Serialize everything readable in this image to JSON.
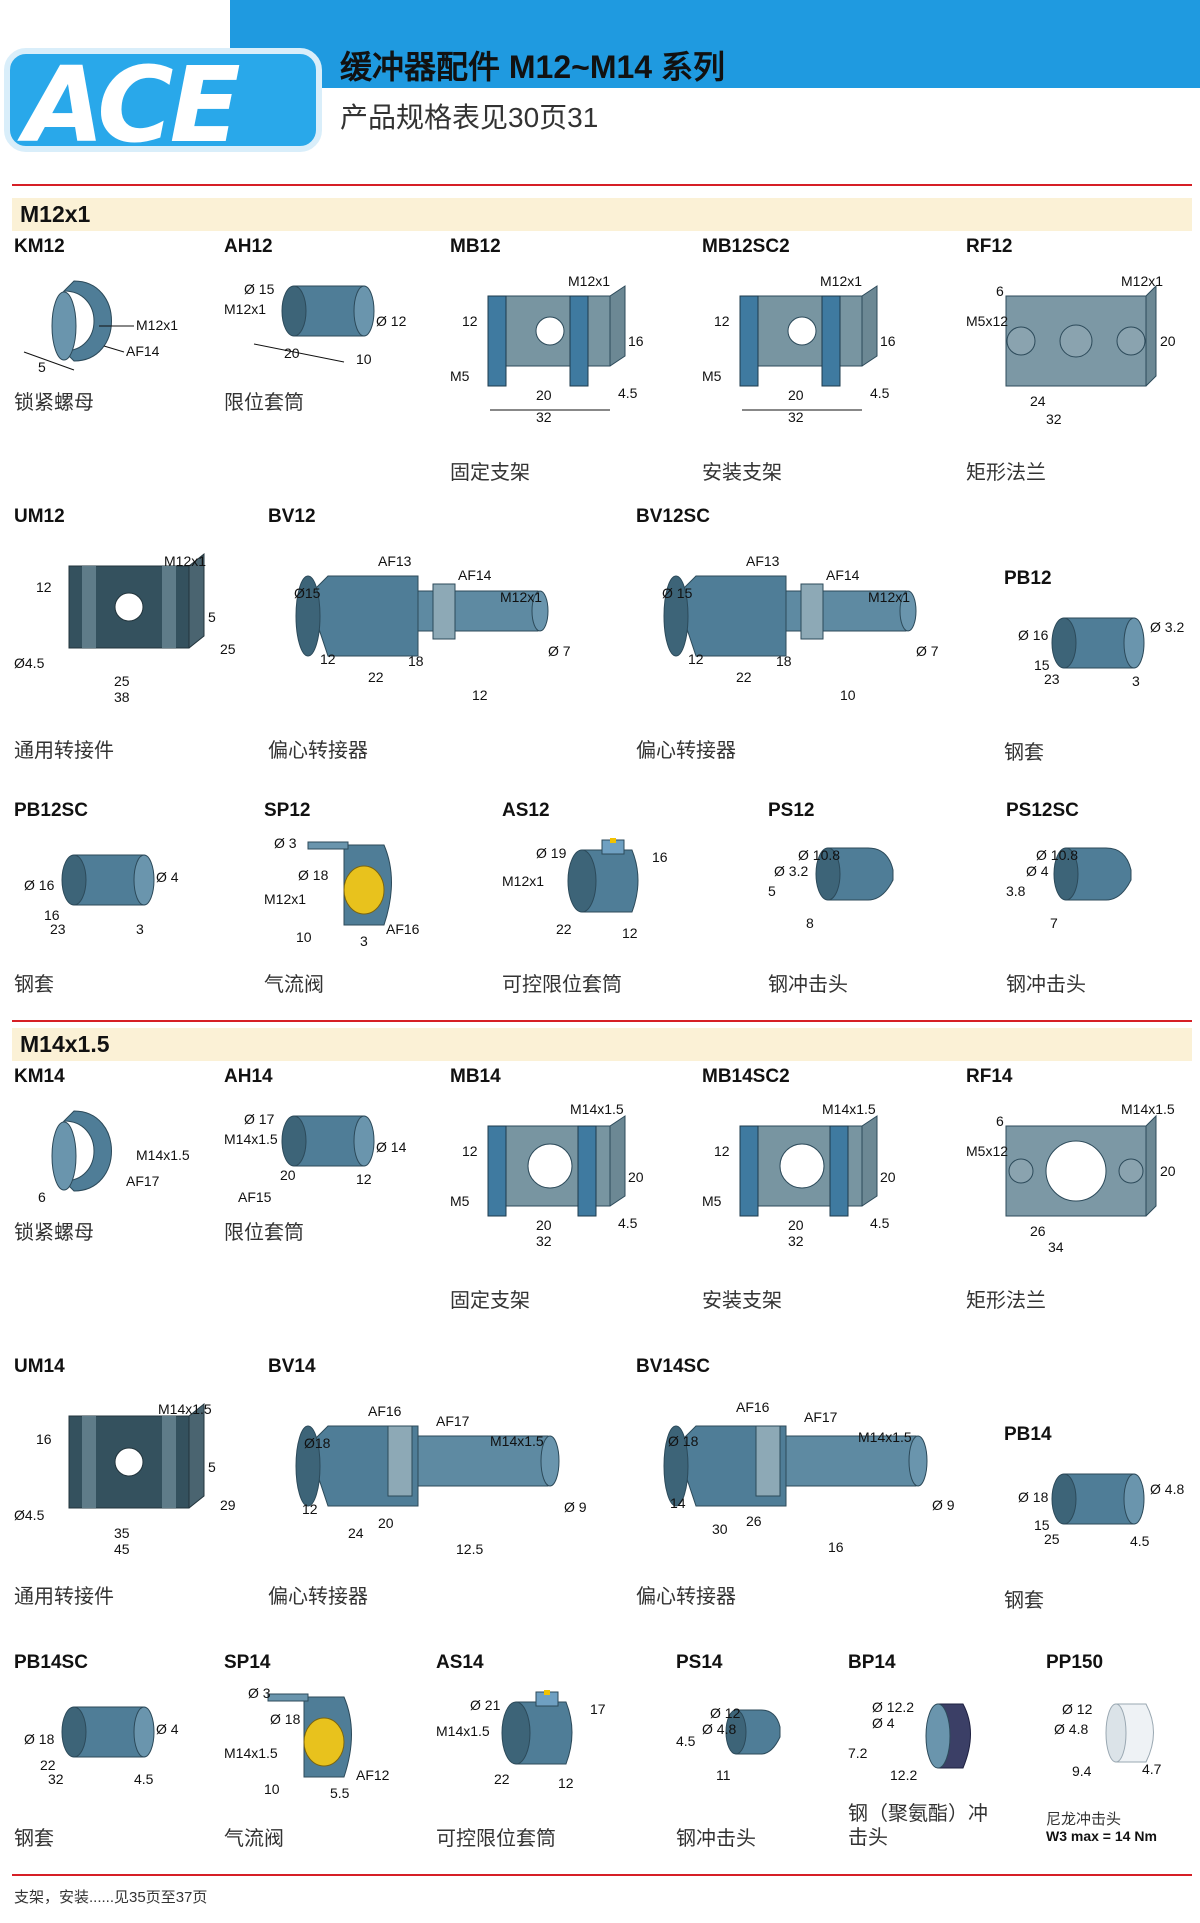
{
  "header": {
    "logo": "ACE",
    "title": "缓冲器配件 M12~M14 系列",
    "subtitle": "产品规格表见30页31"
  },
  "colors": {
    "banner": "#1f9ae0",
    "accent_red": "#d61f26",
    "section_bg": "#fbf1d6",
    "part_steel": "#4c7a93"
  },
  "sections": [
    {
      "title": "M12x1",
      "items": [
        {
          "code": "KM12",
          "desc": "锁紧螺母",
          "dims": [
            "M12x1",
            "AF14",
            "5"
          ]
        },
        {
          "code": "AH12",
          "desc": "限位套筒",
          "dims": [
            "Ø 15",
            "M12x1",
            "Ø 12",
            "20",
            "10"
          ]
        },
        {
          "code": "MB12",
          "desc": "固定支架",
          "dims": [
            "M12x1",
            "12",
            "16",
            "M5",
            "20",
            "4.5",
            "32"
          ]
        },
        {
          "code": "MB12SC2",
          "desc": "安装支架",
          "dims": [
            "M12x1",
            "12",
            "16",
            "M5",
            "20",
            "4.5",
            "32"
          ]
        },
        {
          "code": "RF12",
          "desc": "矩形法兰",
          "dims": [
            "M12x1",
            "6",
            "M5x12",
            "20",
            "24",
            "32"
          ]
        },
        {
          "code": "UM12",
          "desc": "通用转接件",
          "dims": [
            "M12x1",
            "12",
            "5",
            "25",
            "Ø4.5",
            "25",
            "38"
          ]
        },
        {
          "code": "BV12",
          "desc": "偏心转接器",
          "dims": [
            "AF13",
            "AF14",
            "Ø15",
            "M12x1",
            "Ø 7",
            "12",
            "18",
            "22",
            "12"
          ]
        },
        {
          "code": "BV12SC",
          "desc": "偏心转接器",
          "dims": [
            "AF13",
            "AF14",
            "Ø 15",
            "M12x1",
            "Ø 7",
            "12",
            "18",
            "22",
            "10"
          ]
        },
        {
          "code": "PB12",
          "desc": "钢套",
          "dims": [
            "Ø 16",
            "Ø 3.2",
            "15",
            "23",
            "3"
          ]
        },
        {
          "code": "PB12SC",
          "desc": "钢套",
          "dims": [
            "Ø 16",
            "Ø 4",
            "16",
            "23",
            "3"
          ]
        },
        {
          "code": "SP12",
          "desc": "气流阀",
          "dims": [
            "Ø 3",
            "Ø 18",
            "M12x1",
            "AF16",
            "10",
            "3"
          ]
        },
        {
          "code": "AS12",
          "desc": "可控限位套筒",
          "dims": [
            "Ø 19",
            "16",
            "M12x1",
            "22",
            "12"
          ]
        },
        {
          "code": "PS12",
          "desc": "钢冲击头",
          "dims": [
            "Ø 10.8",
            "Ø 3.2",
            "5",
            "8"
          ]
        },
        {
          "code": "PS12SC",
          "desc": "钢冲击头",
          "dims": [
            "Ø 10.8",
            "Ø 4",
            "3.8",
            "7"
          ]
        }
      ]
    },
    {
      "title": "M14x1.5",
      "items": [
        {
          "code": "KM14",
          "desc": "锁紧螺母",
          "dims": [
            "M14x1.5",
            "AF17",
            "6"
          ]
        },
        {
          "code": "AH14",
          "desc": "限位套筒",
          "dims": [
            "Ø 17",
            "M14x1.5",
            "Ø 14",
            "20",
            "12",
            "AF15"
          ]
        },
        {
          "code": "MB14",
          "desc": "固定支架",
          "dims": [
            "M14x1.5",
            "12",
            "20",
            "M5",
            "20",
            "4.5",
            "32"
          ]
        },
        {
          "code": "MB14SC2",
          "desc": "安装支架",
          "dims": [
            "M14x1.5",
            "12",
            "20",
            "M5",
            "20",
            "4.5",
            "32"
          ]
        },
        {
          "code": "RF14",
          "desc": "矩形法兰",
          "dims": [
            "M14x1.5",
            "6",
            "M5x12",
            "20",
            "26",
            "34"
          ]
        },
        {
          "code": "UM14",
          "desc": "通用转接件",
          "dims": [
            "M14x1.5",
            "16",
            "5",
            "29",
            "Ø4.5",
            "35",
            "45"
          ]
        },
        {
          "code": "BV14",
          "desc": "偏心转接器",
          "dims": [
            "AF16",
            "AF17",
            "Ø18",
            "M14x1.5",
            "Ø 9",
            "12",
            "20",
            "24",
            "12.5"
          ]
        },
        {
          "code": "BV14SC",
          "desc": "偏心转接器",
          "dims": [
            "AF16",
            "AF17",
            "Ø 18",
            "M14x1.5",
            "Ø 9",
            "14",
            "26",
            "30",
            "16"
          ]
        },
        {
          "code": "PB14",
          "desc": "钢套",
          "dims": [
            "Ø 18",
            "Ø 4.8",
            "15",
            "25",
            "4.5"
          ]
        },
        {
          "code": "PB14SC",
          "desc": "钢套",
          "dims": [
            "Ø 18",
            "Ø 4",
            "22",
            "32",
            "4.5"
          ]
        },
        {
          "code": "SP14",
          "desc": "气流阀",
          "dims": [
            "Ø 3",
            "Ø 18",
            "M14x1.5",
            "AF12",
            "10",
            "5.5"
          ]
        },
        {
          "code": "AS14",
          "desc": "可控限位套筒",
          "dims": [
            "Ø 21",
            "17",
            "M14x1.5",
            "22",
            "12"
          ]
        },
        {
          "code": "PS14",
          "desc": "钢冲击头",
          "dims": [
            "Ø 12",
            "Ø 4.8",
            "4.5",
            "11"
          ]
        },
        {
          "code": "BP14",
          "desc": "钢（聚氨酯）冲击头",
          "dims": [
            "Ø 12.2",
            "Ø 4",
            "7.2",
            "12.2"
          ]
        },
        {
          "code": "PP150",
          "desc": "尼龙冲击头",
          "note": "W3 max = 14 Nm",
          "dims": [
            "Ø 12",
            "Ø 4.8",
            "9.4",
            "4.7"
          ]
        }
      ]
    }
  ],
  "footer": "支架，安装......见35页至37页"
}
